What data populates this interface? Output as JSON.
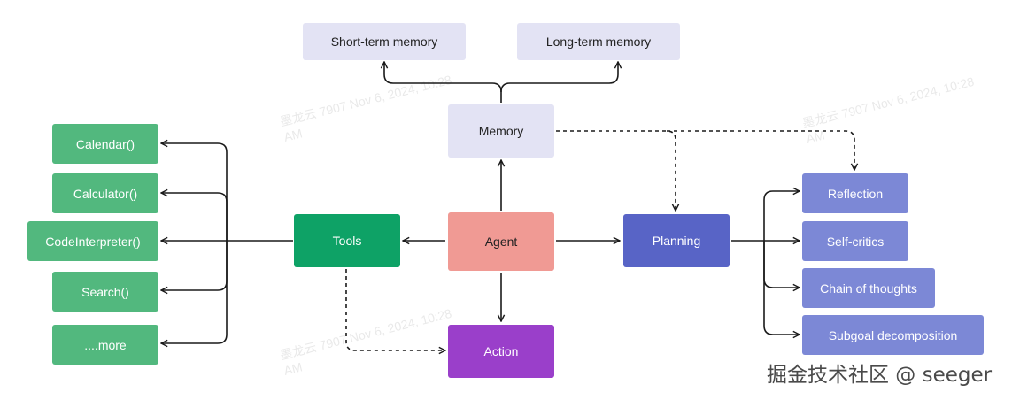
{
  "nodes": {
    "short_term_memory": "Short-term memory",
    "long_term_memory": "Long-term memory",
    "memory": "Memory",
    "agent": "Agent",
    "tools": "Tools",
    "planning": "Planning",
    "action": "Action",
    "tool_items": [
      "Calendar()",
      "Calculator()",
      "CodeInterpreter()",
      "Search()",
      "....more"
    ],
    "planning_items": [
      "Reflection",
      "Self-critics",
      "Chain of thoughts",
      "Subgoal decomposition"
    ]
  },
  "edges": [
    {
      "from": "agent",
      "to": "memory",
      "style": "solid"
    },
    {
      "from": "agent",
      "to": "tools",
      "style": "solid"
    },
    {
      "from": "agent",
      "to": "planning",
      "style": "solid"
    },
    {
      "from": "agent",
      "to": "action",
      "style": "solid"
    },
    {
      "from": "memory",
      "to": "short_term_memory",
      "style": "solid"
    },
    {
      "from": "memory",
      "to": "long_term_memory",
      "style": "solid"
    },
    {
      "from": "memory",
      "to": "planning",
      "style": "dashed"
    },
    {
      "from": "memory",
      "to": "reflection",
      "style": "dashed"
    },
    {
      "from": "tools",
      "to": "action",
      "style": "dashed"
    },
    {
      "from": "tools",
      "to": "tool_items",
      "style": "solid"
    },
    {
      "from": "planning",
      "to": "planning_items",
      "style": "solid"
    }
  ],
  "watermark": {
    "line1": "墨龙云 7907 Nov 6, 2024, 10:28",
    "line2": "AM"
  },
  "credit": "掘金技术社区 @ seeger",
  "colors": {
    "memory_light": "#e3e3f4",
    "agent": "#f09a94",
    "tools": "#0ea266",
    "tool_items": "#52b87e",
    "planning": "#5864c6",
    "planning_items": "#7c88d6",
    "action": "#9a3fca",
    "edge": "#1a1a1a"
  }
}
